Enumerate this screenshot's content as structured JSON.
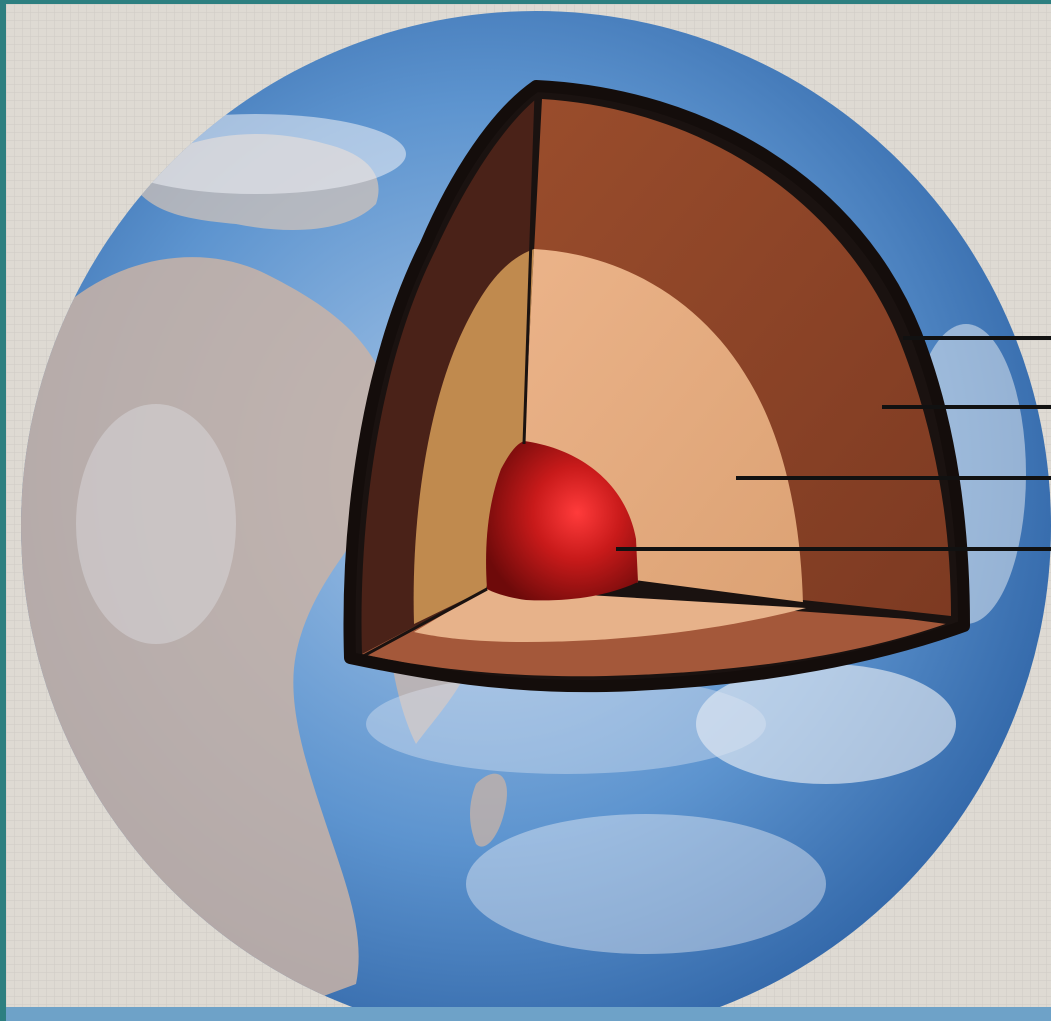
{
  "diagram": {
    "subject": "earth-layers-cutaway",
    "layers": [
      {
        "key": "crust",
        "color": "#1a1210"
      },
      {
        "key": "mantle",
        "color": "#8a4228"
      },
      {
        "key": "outer-core",
        "color": "#e3a878"
      },
      {
        "key": "inner-core",
        "color": "#c01818"
      }
    ],
    "label_text": [
      "",
      "",
      "",
      ""
    ],
    "colors": {
      "ocean": "#4f87c6",
      "land": "#c9b6a8",
      "cloud": "#f2f3f6",
      "background": "#dcd8d0",
      "frame": "#2d7f80"
    }
  }
}
